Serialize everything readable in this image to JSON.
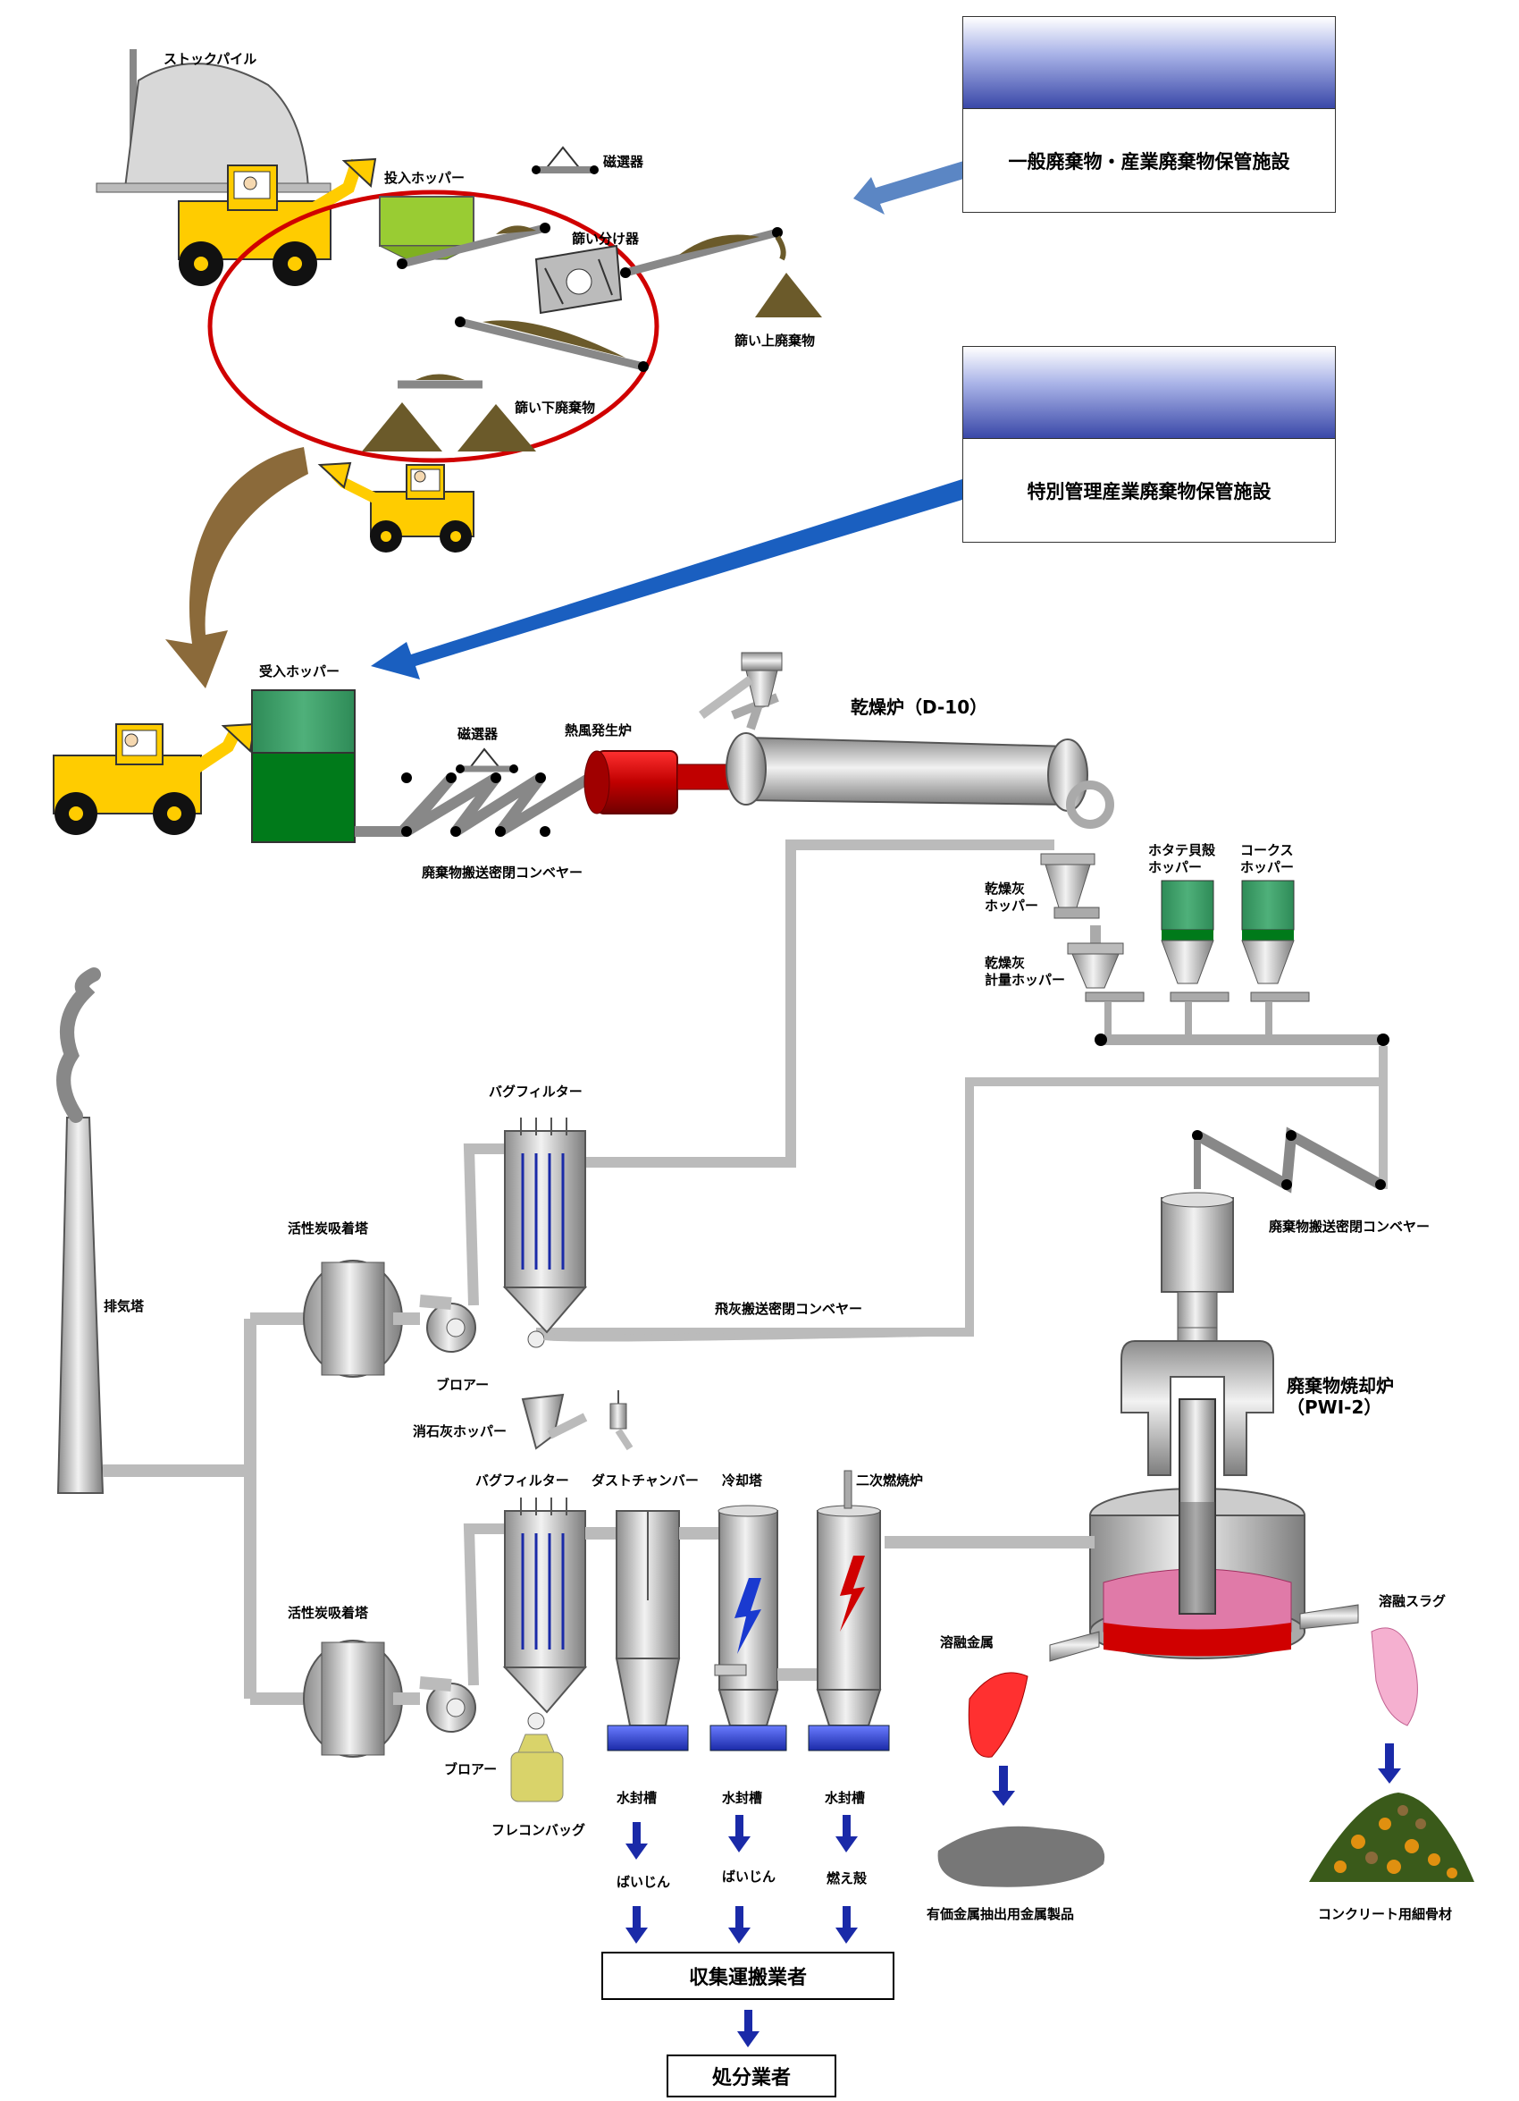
{
  "facilities": {
    "general": "一般廃棄物・産業廃棄物保管施設",
    "special": "特別管理産業廃棄物保管施設"
  },
  "pretreatment": {
    "stockpile": "ストックパイル",
    "feed_hopper": "投入ホッパー",
    "magnet": "磁選器",
    "screen": "篩い分け器",
    "oversize": "篩い上廃棄物",
    "undersize": "篩い下廃棄物"
  },
  "drying": {
    "receiving_hopper": "受入ホッパー",
    "magnet": "磁選器",
    "hot_air_furnace": "熱風発生炉",
    "dryer": "乾燥炉（D-10）",
    "closed_conveyor": "廃棄物搬送密閉コンベヤー",
    "dry_ash_hopper": "乾燥灰\nホッパー",
    "dry_ash_meter": "乾燥灰\n計量ホッパー",
    "scallop_hopper": "ホタテ貝殻\nホッパー",
    "coke_hopper": "コークス\nホッパー"
  },
  "gas_treatment": {
    "stack": "排気塔",
    "activated_carbon_1": "活性炭吸着塔",
    "activated_carbon_2": "活性炭吸着塔",
    "bag_filter_1": "バグフィルター",
    "bag_filter_2": "バグフィルター",
    "blower_1": "ブロアー",
    "blower_2": "ブロアー",
    "fly_ash_conveyor": "飛灰搬送密閉コンベヤー",
    "lime_hopper": "消石灰ホッパー",
    "dust_chamber": "ダストチャンバー",
    "cooling_tower": "冷却塔",
    "secondary_combustor": "二次燃焼炉",
    "flexible_bag": "フレコンバッグ"
  },
  "melting": {
    "furnace": "廃棄物焼却炉\n（PWI-2）",
    "conveyor": "廃棄物搬送密閉コンベヤー",
    "molten_metal": "溶融金属",
    "molten_slag": "溶融スラグ",
    "metal_product": "有価金属抽出用金属製品",
    "aggregate": "コンクリート用細骨材"
  },
  "residues": {
    "water_seal_1": "水封槽",
    "water_seal_2": "水封槽",
    "water_seal_3": "水封槽",
    "dust_1": "ばいじん",
    "dust_2": "ばいじん",
    "cinders": "燃え殻",
    "collector": "収集運搬業者",
    "disposer": "処分業者"
  }
}
